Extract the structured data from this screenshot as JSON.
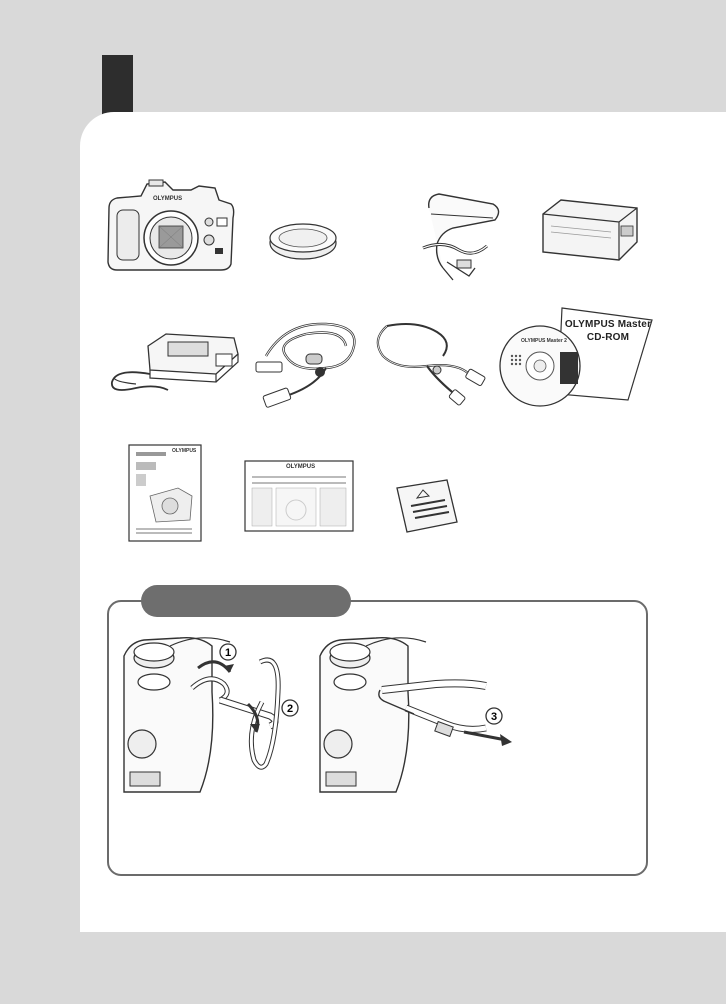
{
  "cdrom": {
    "line1": "OLYMPUS Master",
    "line2": "CD-ROM"
  },
  "cd_disc_label": "OLYMPUS Master 2",
  "brand_mark": "OLYMPUS",
  "steps": [
    "1",
    "2",
    "3"
  ]
}
